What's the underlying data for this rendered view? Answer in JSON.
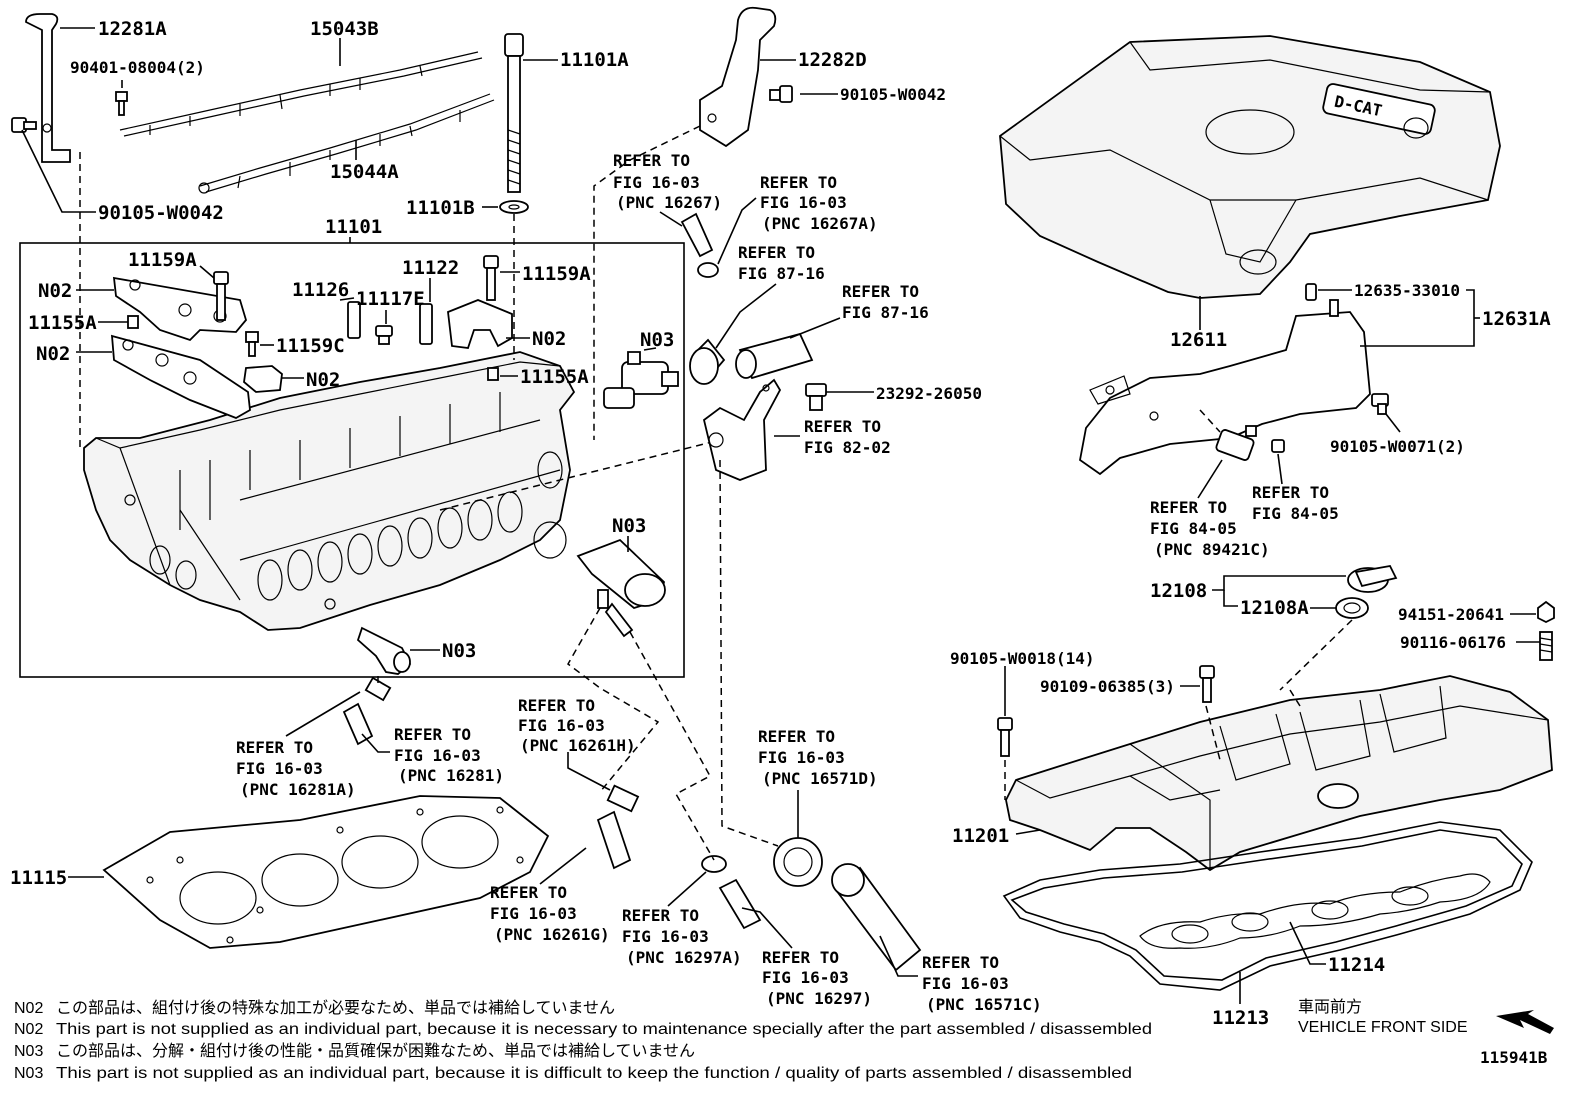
{
  "diagram_id": "115941B",
  "part_labels": {
    "p12281A": "12281A",
    "p15043B": "15043B",
    "p90401": "90401-08004(2)",
    "p11101A": "11101A",
    "p12282D": "12282D",
    "p90105_42a": "90105-W0042",
    "p90105_42b": "90105-W0042",
    "p15044A": "15044A",
    "p11101B": "11101B",
    "p11101": "11101",
    "p11159A_a": "11159A",
    "p11159A_b": "11159A",
    "p11122": "11122",
    "p11126": "11126",
    "p11117E": "11117E",
    "p11155A_a": "11155A",
    "p11155A_b": "11155A",
    "p11159C": "11159C",
    "p23292": "23292-26050",
    "p12611": "12611",
    "p12635": "12635-33010",
    "p12631A": "12631A",
    "p90105_71": "90105-W0071(2)",
    "p12108": "12108",
    "p12108A": "12108A",
    "p94151": "94151-20641",
    "p90116": "90116-06176",
    "p90105_18": "90105-W0018(14)",
    "p90109": "90109-06385(3)",
    "p11201": "11201",
    "p11214": "11214",
    "p11213": "11213",
    "p11115": "11115"
  },
  "n_labels": {
    "n02_1": "N02",
    "n02_2": "N02",
    "n02_3": "N02",
    "n02_4": "N02",
    "n03_1": "N03",
    "n03_2": "N03",
    "n03_3": "N03"
  },
  "refer": {
    "line1": "REFER TO",
    "r16267_fig": "FIG 16-03",
    "r16267_pnc": "(PNC 16267)",
    "r16267A_fig": "FIG 16-03",
    "r16267A_pnc": "(PNC 16267A)",
    "r8716a_fig": "FIG 87-16",
    "r8716b_fig": "FIG 87-16",
    "r8202_fig": "FIG 82-02",
    "r8405a_fig": "FIG 84-05",
    "r8405a_pnc": "(PNC 89421C)",
    "r8405b_fig": "FIG 84-05",
    "r16281A_fig": "FIG 16-03",
    "r16281A_pnc": "(PNC 16281A)",
    "r16281_fig": "FIG 16-03",
    "r16281_pnc": "(PNC 16281)",
    "r16261H_fig": "FIG 16-03",
    "r16261H_pnc": "(PNC 16261H)",
    "r16571D_fig": "FIG 16-03",
    "r16571D_pnc": "(PNC 16571D)",
    "r16261G_fig": "FIG 16-03",
    "r16261G_pnc": "(PNC 16261G)",
    "r16297A_fig": "FIG 16-03",
    "r16297A_pnc": "(PNC 16297A)",
    "r16297_fig": "FIG 16-03",
    "r16297_pnc": "(PNC 16297)",
    "r16571C_fig": "FIG 16-03",
    "r16571C_pnc": "(PNC 16571C)"
  },
  "cover_logo": "D-CAT",
  "front": {
    "jp": "車両前方",
    "en": "VEHICLE FRONT SIDE"
  },
  "notes": [
    {
      "code": "N02",
      "text": "この部品は、組付け後の特殊な加工が必要なため、単品では補給していません"
    },
    {
      "code": "N02",
      "text": "This part is not supplied as an individual part, because it is necessary to maintenance specially after the part assembled / disassembled"
    },
    {
      "code": "N03",
      "text": "この部品は、分解・組付け後の性能・品質確保が困難なため、単品では補給していません"
    },
    {
      "code": "N03",
      "text": "This part is not supplied as an individual part, because it is difficult to keep the function / quality of parts  assembled / disassembled"
    }
  ]
}
